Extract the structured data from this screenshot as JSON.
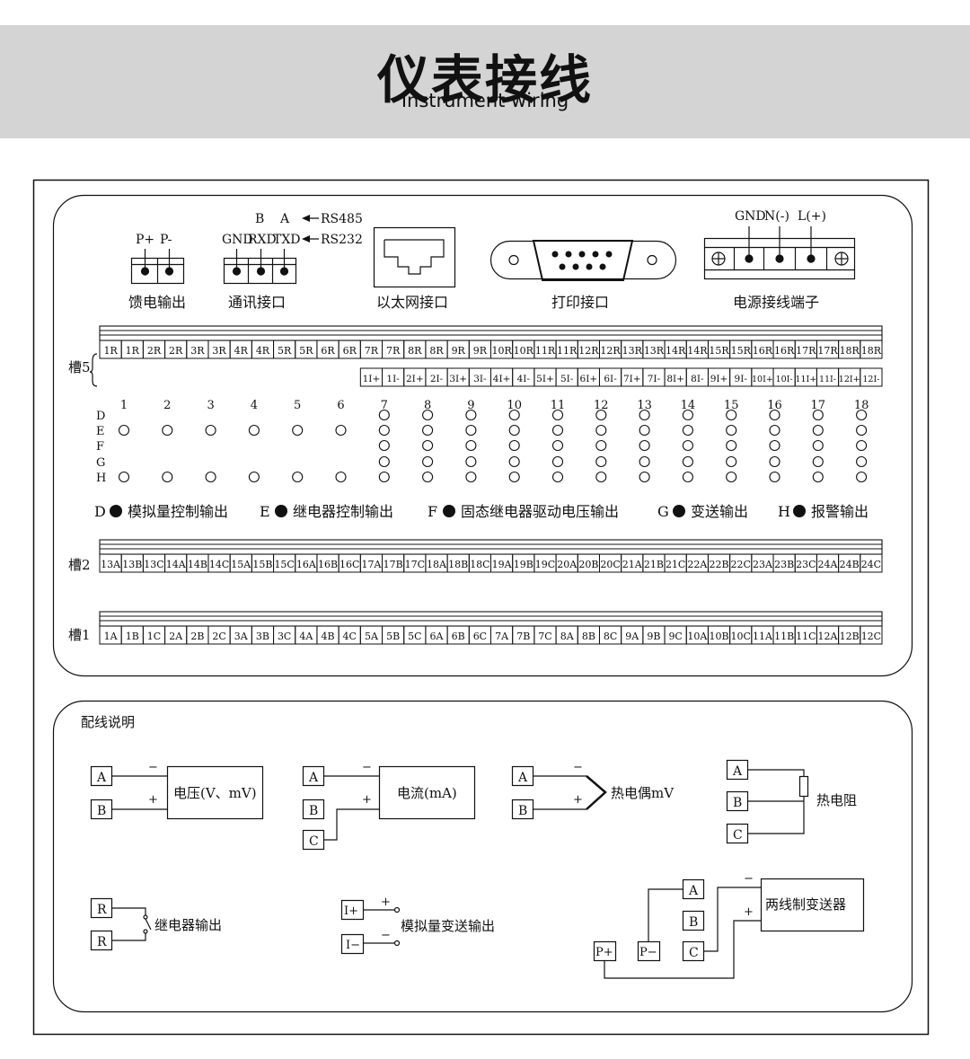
{
  "header": {
    "title": "仪表接线",
    "subtitle": "Instrument wiring"
  },
  "top_panel": {
    "feed": {
      "plus": "P+",
      "minus": "P-",
      "label": "馈电输出"
    },
    "comm": {
      "b": "B",
      "a": "A",
      "rs485": "RS485",
      "gnd": "GND",
      "rxd": "RXD",
      "txd": "TXD",
      "rs232": "RS232",
      "label": "通讯接口"
    },
    "ethernet": {
      "label": "以太网接口"
    },
    "print": {
      "label": "打印接口"
    },
    "power": {
      "gnd": "GND",
      "n": "N(-)",
      "l": "L(+)",
      "label": "电源接线端子"
    }
  },
  "slot5": {
    "label": "槽5",
    "top_row": [
      "1R",
      "1R",
      "2R",
      "2R",
      "3R",
      "3R",
      "4R",
      "4R",
      "5R",
      "5R",
      "6R",
      "6R",
      "7R",
      "7R",
      "8R",
      "8R",
      "9R",
      "9R",
      "10R",
      "10R",
      "11R",
      "11R",
      "12R",
      "12R",
      "13R",
      "13R",
      "14R",
      "14R",
      "15R",
      "15R",
      "16R",
      "16R",
      "17R",
      "17R",
      "18R",
      "18R"
    ],
    "bottom_row": [
      "1I+",
      "1I-",
      "2I+",
      "2I-",
      "3I+",
      "3I-",
      "4I+",
      "4I-",
      "5I+",
      "5I-",
      "6I+",
      "6I-",
      "7I+",
      "7I-",
      "8I+",
      "8I-",
      "9I+",
      "9I-",
      "10I+",
      "10I-",
      "11I+",
      "11I-",
      "12I+",
      "12I-"
    ]
  },
  "module_grid": {
    "columns": [
      "1",
      "2",
      "3",
      "4",
      "5",
      "6",
      "7",
      "8",
      "9",
      "10",
      "11",
      "12",
      "13",
      "14",
      "15",
      "16",
      "17",
      "18"
    ],
    "rows": [
      "D",
      "E",
      "F",
      "G",
      "H"
    ]
  },
  "legend": [
    {
      "key": "D",
      "text": "模拟量控制输出"
    },
    {
      "key": "E",
      "text": "继电器控制输出"
    },
    {
      "key": "F",
      "text": "固态继电器驱动电压输出"
    },
    {
      "key": "G",
      "text": "变送输出"
    },
    {
      "key": "H",
      "text": "报警输出"
    }
  ],
  "slot2": {
    "label": "槽2",
    "terminals": [
      "13A",
      "13B",
      "13C",
      "14A",
      "14B",
      "14C",
      "15A",
      "15B",
      "15C",
      "16A",
      "16B",
      "16C",
      "17A",
      "17B",
      "17C",
      "18A",
      "18B",
      "18C",
      "19A",
      "19B",
      "19C",
      "20A",
      "20B",
      "20C",
      "21A",
      "21B",
      "21C",
      "22A",
      "22B",
      "22C",
      "23A",
      "23B",
      "23C",
      "24A",
      "24B",
      "24C"
    ]
  },
  "slot1": {
    "label": "槽1",
    "terminals": [
      "1A",
      "1B",
      "1C",
      "2A",
      "2B",
      "2C",
      "3A",
      "3B",
      "3C",
      "4A",
      "4B",
      "4C",
      "5A",
      "5B",
      "5C",
      "6A",
      "6B",
      "6C",
      "7A",
      "7B",
      "7C",
      "8A",
      "8B",
      "8C",
      "9A",
      "9B",
      "9C",
      "10A",
      "10B",
      "10C",
      "11A",
      "11B",
      "11C",
      "12A",
      "12B",
      "12C"
    ]
  },
  "wiring": {
    "title": "配线说明",
    "voltage": {
      "a": "A",
      "b": "B",
      "minus": "−",
      "plus": "+",
      "label": "电压(V、mV)"
    },
    "current": {
      "a": "A",
      "b": "B",
      "c": "C",
      "minus": "−",
      "plus": "+",
      "label": "电流(mA)"
    },
    "thermocouple": {
      "a": "A",
      "b": "B",
      "minus": "−",
      "plus": "+",
      "label": "热电偶mV"
    },
    "rtd": {
      "a": "A",
      "b": "B",
      "c": "C",
      "label": "热电阻"
    },
    "relay": {
      "r1": "R",
      "r2": "R",
      "label": "继电器输出"
    },
    "analog": {
      "ip": "I+",
      "im": "I−",
      "plus": "+",
      "minus": "−",
      "label": "模拟量变送输出"
    },
    "transmitter": {
      "p_plus": "P+",
      "p_minus": "P−",
      "a": "A",
      "b": "B",
      "c": "C",
      "minus": "−",
      "plus": "+",
      "label": "两线制变送器"
    }
  }
}
